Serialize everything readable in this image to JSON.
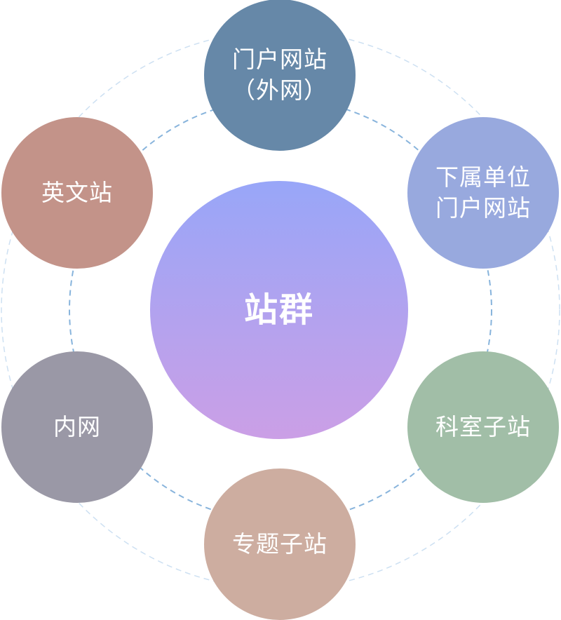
{
  "center": {
    "label": "站群",
    "gradient_top": "#98a6f8",
    "gradient_bottom": "#cb9fe6"
  },
  "nodes": [
    {
      "label": "门户网站\n（外网）",
      "color": "#6688a8"
    },
    {
      "label": "下属单位\n门户网站",
      "color": "#98a9de"
    },
    {
      "label": "英文站",
      "color": "#c39389"
    },
    {
      "label": "内网",
      "color": "#9a98a6"
    },
    {
      "label": "科室子站",
      "color": "#a1bea7"
    },
    {
      "label": "专题子站",
      "color": "#cdada0"
    }
  ],
  "rings": {
    "inner_color": "#88b4dc",
    "outer_color": "#cde0f2"
  }
}
